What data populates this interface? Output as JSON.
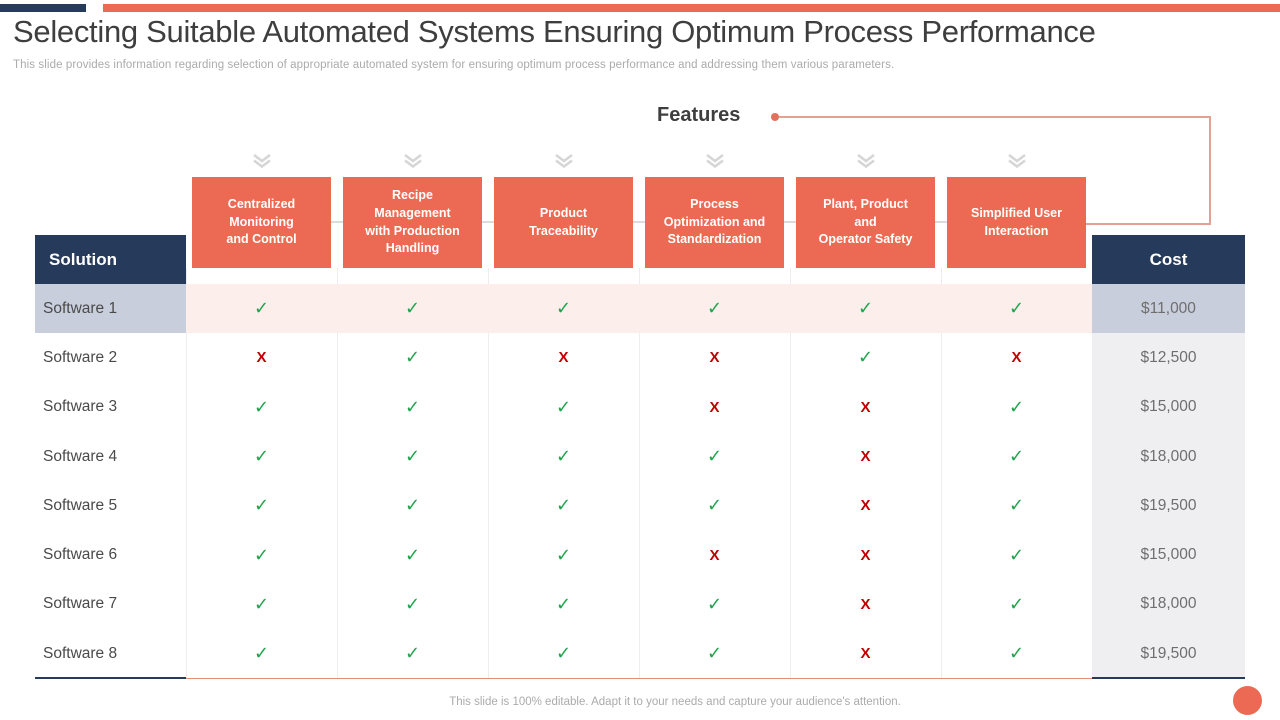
{
  "slide": {
    "title": "Selecting Suitable Automated Systems Ensuring Optimum Process Performance",
    "subtitle": "This slide provides information regarding selection of appropriate automated system for ensuring optimum process performance and addressing them various parameters.",
    "footer_note": "This slide is 100% editable. Adapt it to your needs and capture your audience's attention."
  },
  "features_section": {
    "label": "Features"
  },
  "table": {
    "solution_header": "Solution",
    "cost_header": "Cost",
    "feature_columns": [
      "Centralized\nMonitoring\nand Control",
      "Recipe\nManagement\nwith Production\nHandling",
      "Product\nTraceability",
      "Process\nOptimization and\nStandardization",
      "Plant, Product\nand\nOperator Safety",
      "Simplified User\nInteraction"
    ],
    "check_symbol": "✓",
    "cross_symbol": "X",
    "rows": [
      {
        "solution": "Software 1",
        "features": [
          true,
          true,
          true,
          true,
          true,
          true
        ],
        "cost": "$11,000"
      },
      {
        "solution": "Software 2",
        "features": [
          false,
          true,
          false,
          false,
          true,
          false
        ],
        "cost": "$12,500"
      },
      {
        "solution": "Software 3",
        "features": [
          true,
          true,
          true,
          false,
          false,
          true
        ],
        "cost": "$15,000"
      },
      {
        "solution": "Software 4",
        "features": [
          true,
          true,
          true,
          true,
          false,
          true
        ],
        "cost": "$18,000"
      },
      {
        "solution": "Software 5",
        "features": [
          true,
          true,
          true,
          true,
          false,
          true
        ],
        "cost": "$19,500"
      },
      {
        "solution": "Software 6",
        "features": [
          true,
          true,
          true,
          false,
          false,
          true
        ],
        "cost": "$15,000"
      },
      {
        "solution": "Software 7",
        "features": [
          true,
          true,
          true,
          true,
          false,
          true
        ],
        "cost": "$18,000"
      },
      {
        "solution": "Software 8",
        "features": [
          true,
          true,
          true,
          true,
          false,
          true
        ],
        "cost": "$19,500"
      }
    ]
  },
  "colors": {
    "navy": "#263A5B",
    "salmon": "#EC6A53",
    "row_highlight_blue": "#C9CEDD",
    "row_highlight_pink": "#FCEFEB",
    "cost_column_gray": "#EFEFF1",
    "check_green": "#1EA44C",
    "cross_red": "#C00000",
    "connector_line": "#E6A091"
  }
}
